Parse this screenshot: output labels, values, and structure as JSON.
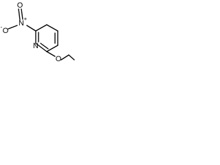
{
  "molecule": {
    "atoms": {
      "ring_nitrogen": "N",
      "ether_oxygen": "O",
      "nitro_nitrogen": "N",
      "nitro_nitrogen_charge": "+",
      "nitro_oxygen_upper": "O",
      "nitro_oxygen_lower": "O",
      "nitro_oxygen_lower_charge": "-"
    }
  },
  "colors": {
    "bond": "#000000",
    "text": "#000000",
    "background": "#ffffff"
  }
}
